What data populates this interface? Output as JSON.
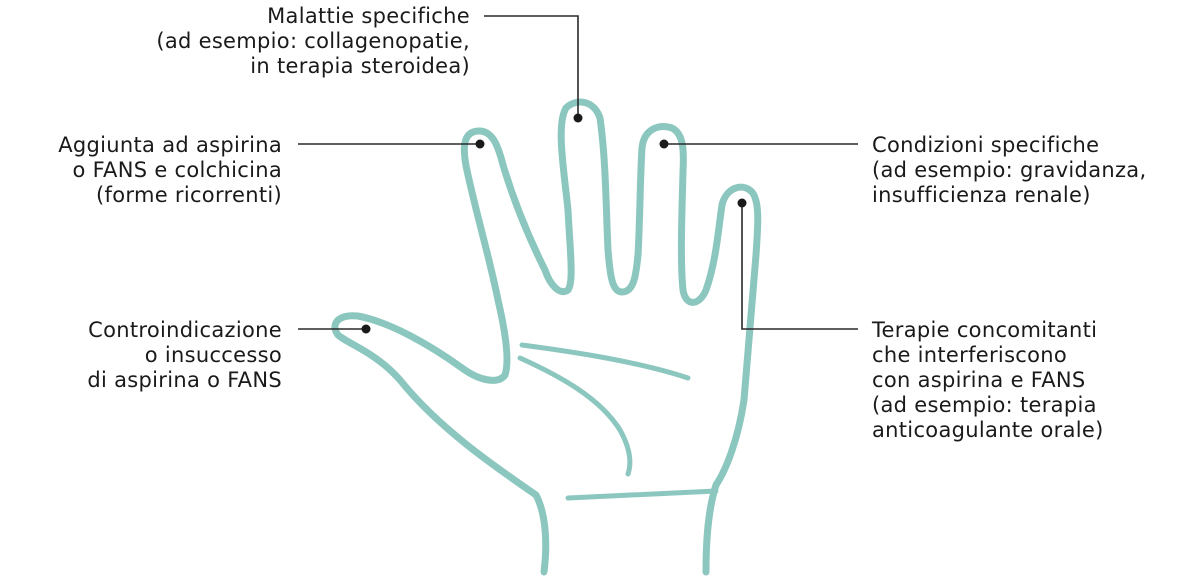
{
  "colors": {
    "hand_stroke": "#8cc7bf",
    "leader_line": "#2a2a2a",
    "text": "#1a1a1a"
  },
  "labels": {
    "top": {
      "line1": "Malattie specifiche",
      "line2": "(ad esempio: collagenopatie,",
      "line3": "in terapia steroidea)"
    },
    "upper_left": {
      "line1": "Aggiunta ad aspirina",
      "line2": "o FANS e colchicina",
      "line3": "(forme ricorrenti)"
    },
    "lower_left": {
      "line1": "Controindicazione",
      "line2": "o insuccesso",
      "line3": "di aspirina o FANS"
    },
    "upper_right": {
      "line1": "Condizioni specifiche",
      "line2": "(ad esempio: gravidanza,",
      "line3": "insufficienza renale)"
    },
    "lower_right": {
      "line1": "Terapie concomitanti",
      "line2": "che interferiscono",
      "line3": "con aspirina e FANS",
      "line4": "(ad esempio: terapia",
      "line5": "anticoagulante orale)"
    }
  }
}
